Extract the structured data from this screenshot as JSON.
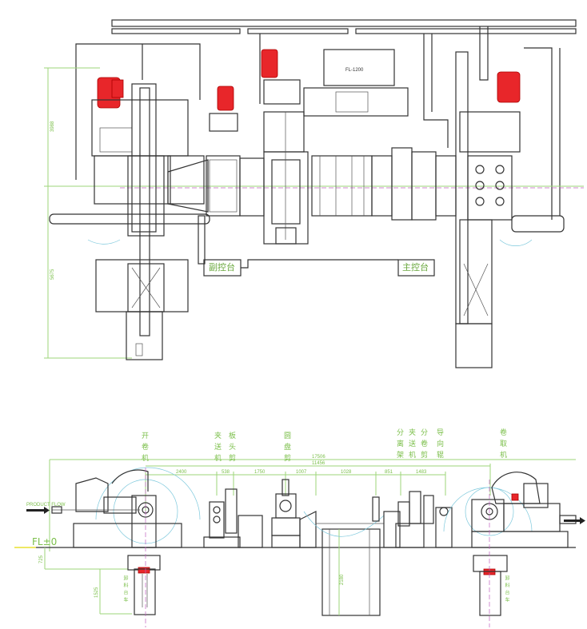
{
  "plan_view": {
    "model_label": "FL-1200",
    "sub_console": "副控台",
    "main_console": "主控台",
    "dim_upper": "3988",
    "dim_lower": "5675"
  },
  "elevation_view": {
    "stations": [
      {
        "label": "开卷机",
        "chars": [
          "开",
          "卷",
          "机"
        ]
      },
      {
        "label": "夹送机",
        "chars": [
          "夹",
          "送",
          "机"
        ]
      },
      {
        "label": "板头剪",
        "chars": [
          "板",
          "头",
          "剪"
        ]
      },
      {
        "label": "圆盘剪",
        "chars": [
          "圆",
          "盘",
          "剪"
        ]
      },
      {
        "label": "分离架",
        "chars": [
          "分",
          "离",
          "架"
        ]
      },
      {
        "label": "夹送机",
        "chars": [
          "夹",
          "送",
          "机"
        ]
      },
      {
        "label": "分卷剪",
        "chars": [
          "分",
          "卷",
          "剪"
        ]
      },
      {
        "label": "导向辊",
        "chars": [
          "导",
          "向",
          "辊"
        ]
      },
      {
        "label": "卷取机",
        "chars": [
          "卷",
          "取",
          "机"
        ]
      }
    ],
    "overall_dims": [
      "17506",
      "11456"
    ],
    "segment_dims": [
      "2400",
      "538",
      "1750",
      "1007",
      "1028",
      "851",
      "1483"
    ],
    "floor_level": "FL±0",
    "product_flow": "PRODUCT FLOW",
    "dim_725": "725",
    "dim_1525": "1525",
    "dim_pit": "2180",
    "coil_car_left": "卸料台车",
    "coil_car_right": "卸料台车"
  },
  "colors": {
    "motor": "#e8262a",
    "dimension": "#9ed67a",
    "centerline": "#c060c0"
  }
}
